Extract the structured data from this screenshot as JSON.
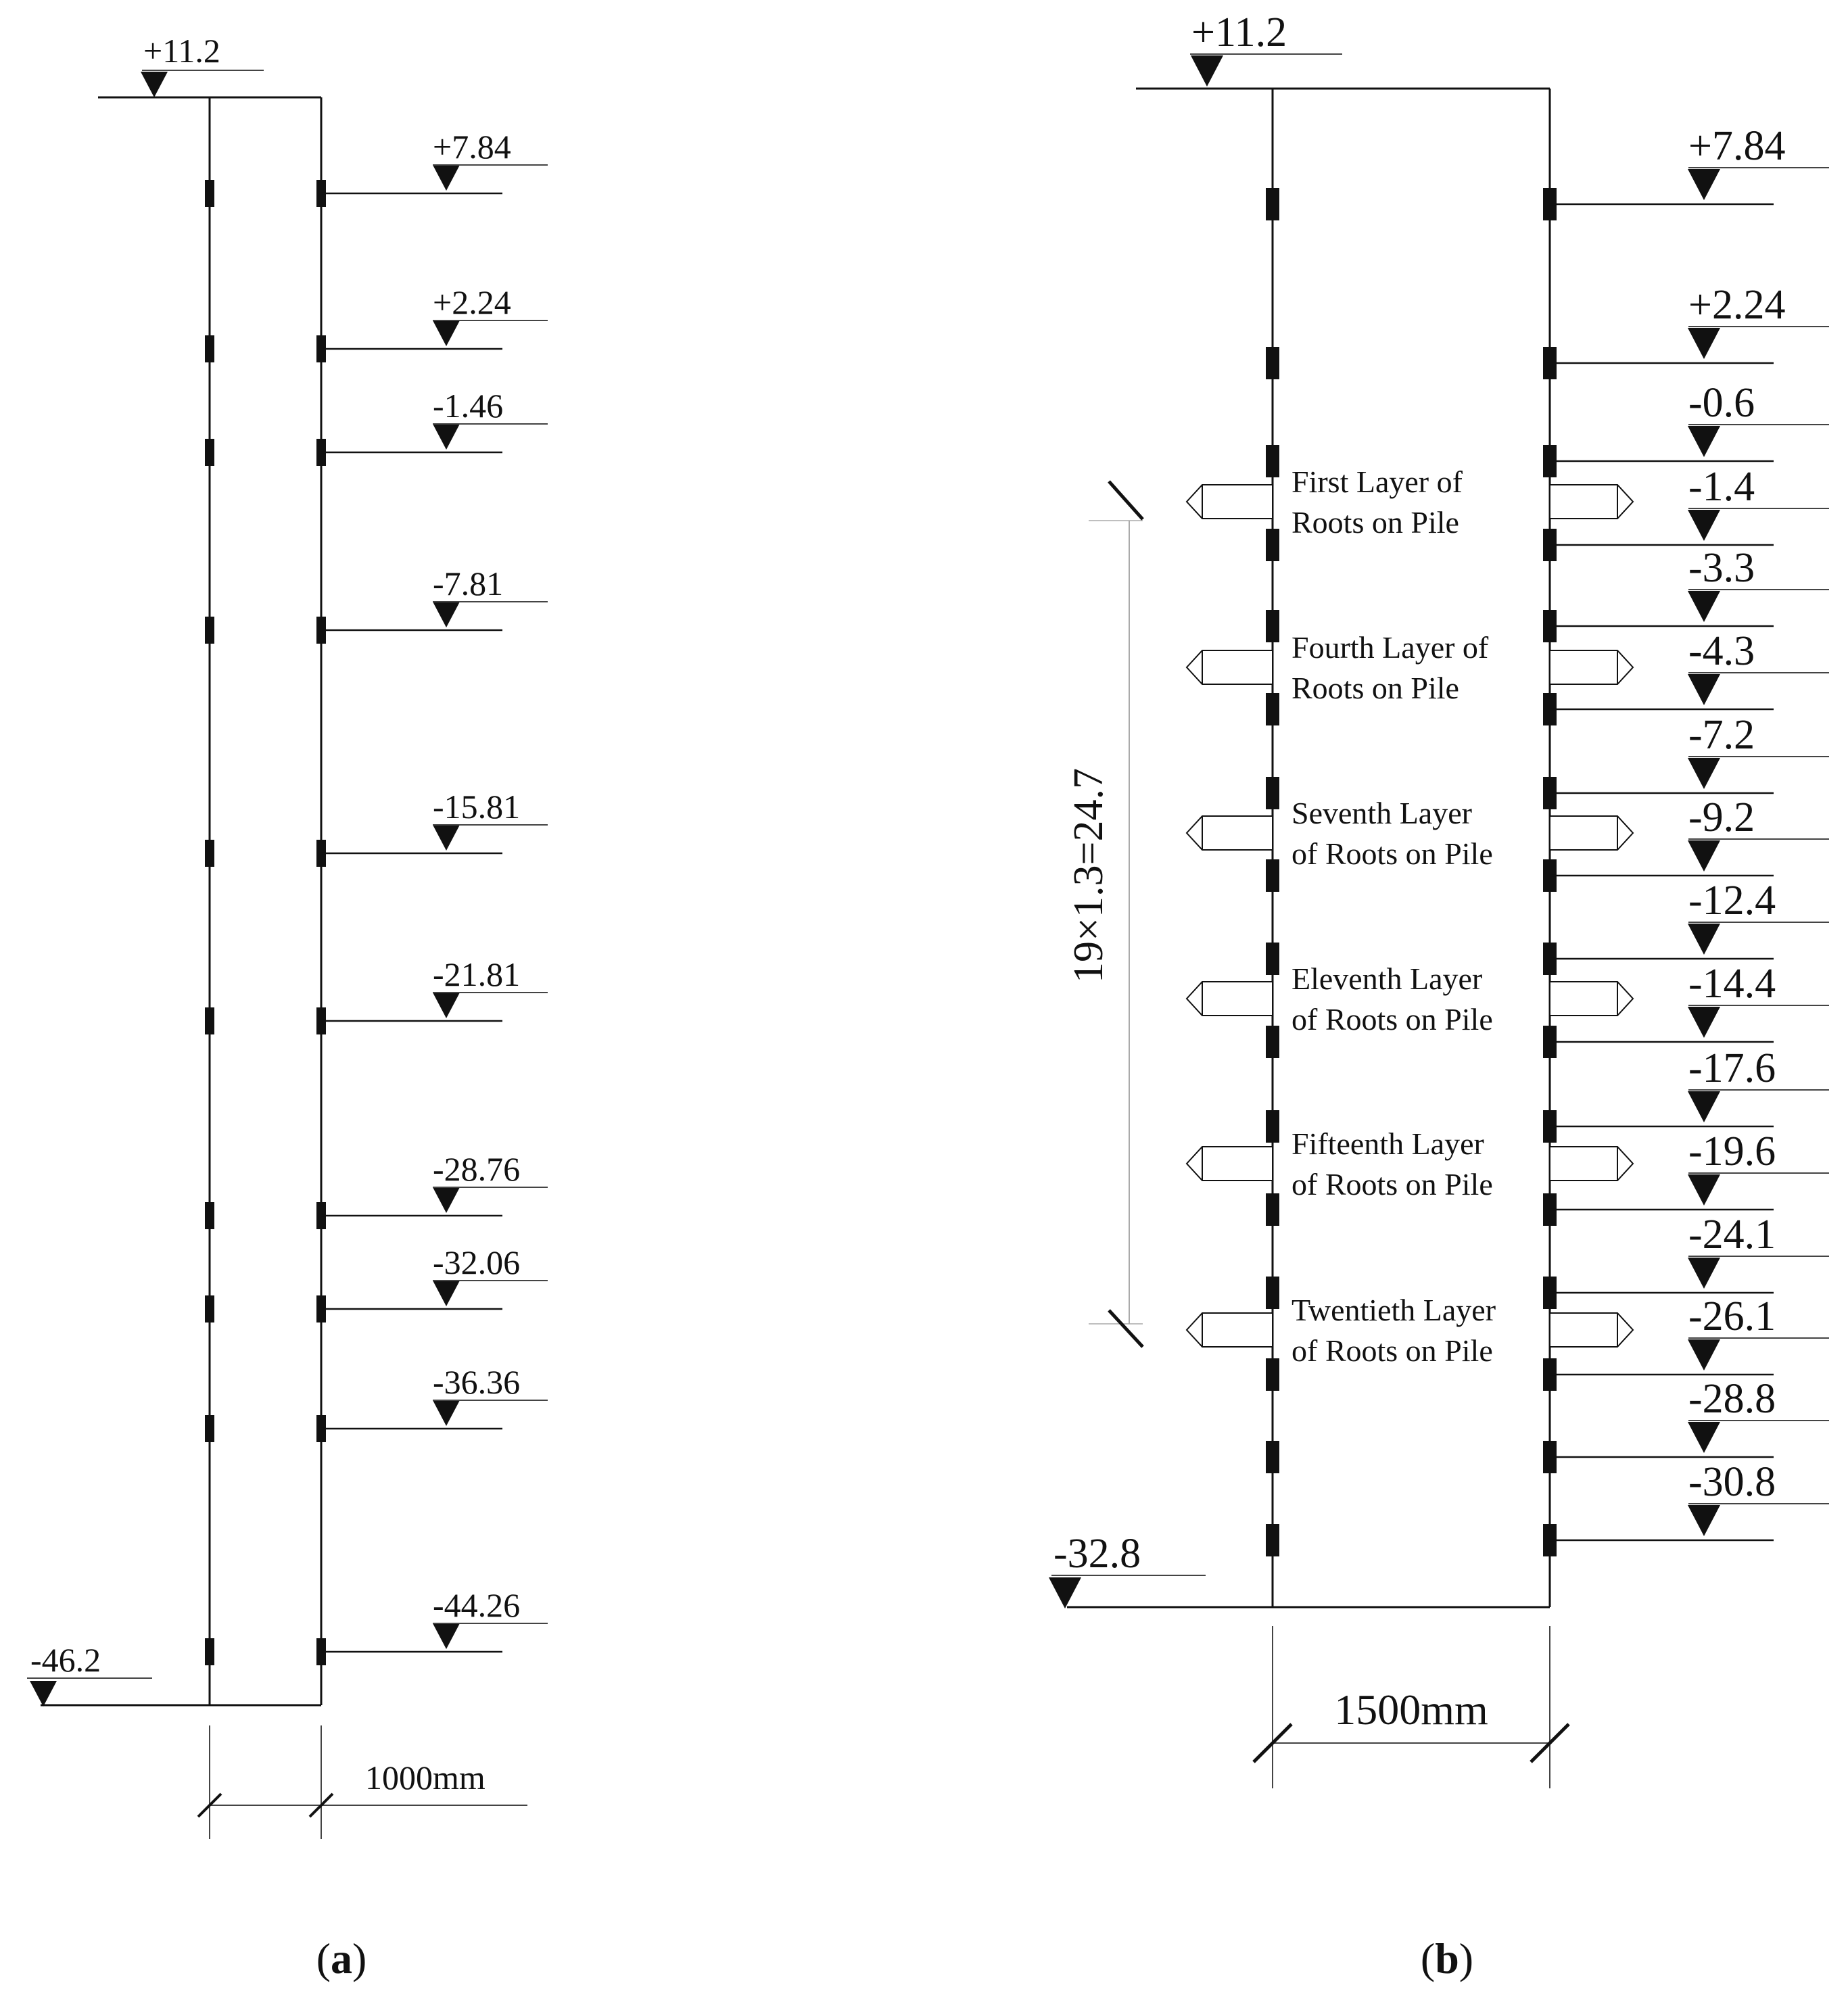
{
  "colors": {
    "ink": "#111111",
    "background": "#ffffff",
    "thin_line": "#444444"
  },
  "panel_a": {
    "caption_letter": "a",
    "top_level": "+11.2",
    "bottom_level": "-46.2",
    "width_label": "1000mm",
    "gauge_levels": [
      "+7.84",
      "+2.24",
      "-1.46",
      "-7.81",
      "-15.81",
      "-21.81",
      "-28.76",
      "-32.06",
      "-36.36",
      "-44.26"
    ]
  },
  "panel_b": {
    "caption_letter": "b",
    "top_level": "+11.2",
    "bottom_level": "-32.8",
    "width_label": "1500mm",
    "spacing_label": "19×1.3=24.7",
    "gauge_levels": [
      "+7.84",
      "+2.24",
      "-0.6",
      "-1.4",
      "-3.3",
      "-4.3",
      "-7.2",
      "-9.2",
      "-12.4",
      "-14.4",
      "-17.6",
      "-19.6",
      "-24.1",
      "-26.1",
      "-28.8",
      "-30.8"
    ],
    "root_layers": [
      {
        "line1": "First Layer of",
        "line2": "Roots on Pile"
      },
      {
        "line1": "Fourth Layer of",
        "line2": "Roots on Pile"
      },
      {
        "line1": "Seventh Layer",
        "line2": "of Roots on Pile"
      },
      {
        "line1": "Eleventh Layer",
        "line2": "of Roots on Pile"
      },
      {
        "line1": "Fifteenth Layer",
        "line2": "of Roots on Pile"
      },
      {
        "line1": "Twentieth Layer",
        "line2": "of Roots on Pile"
      }
    ]
  }
}
